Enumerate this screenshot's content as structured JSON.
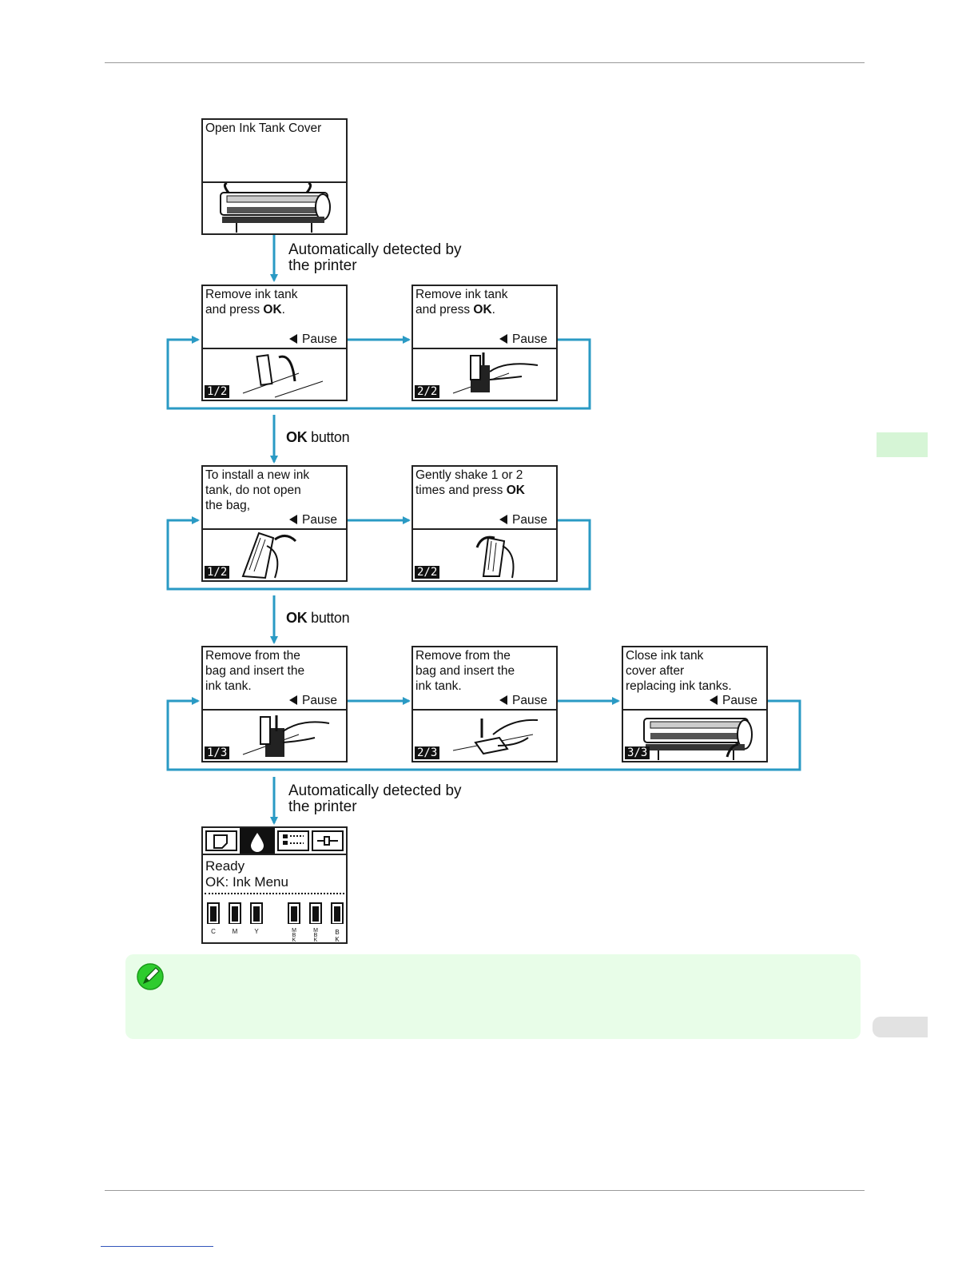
{
  "panels": {
    "open_cover": {
      "text": "Open Ink Tank Cover"
    },
    "remove_1": {
      "line1": "Remove ink tank",
      "line2_prefix": "and press ",
      "line2_bold": "OK",
      "line2_suffix": ".",
      "pause": "Pause",
      "badge": "1/2"
    },
    "remove_2": {
      "line1": "Remove ink tank",
      "line2_prefix": "and press ",
      "line2_bold": "OK",
      "line2_suffix": ".",
      "pause": "Pause",
      "badge": "2/2"
    },
    "install_1": {
      "text": "To install a new ink\ntank, do not open\nthe bag,",
      "pause": "Pause",
      "badge": "1/2"
    },
    "shake_2": {
      "line1": "Gently shake 1 or 2",
      "line2_prefix": "times and press ",
      "line2_bold": "OK",
      "pause": "Pause",
      "badge": "2/2"
    },
    "insert_1": {
      "text": "Remove from the\nbag and insert the\nink tank.",
      "pause": "Pause",
      "badge": "1/3"
    },
    "insert_2": {
      "text": "Remove from the\nbag and insert the\nink tank.",
      "pause": "Pause",
      "badge": "2/3"
    },
    "close_3": {
      "text": "Close ink tank\ncover after\nreplacing ink tanks.",
      "pause": "Pause",
      "badge": "3/3"
    },
    "final": {
      "line1": "Ready",
      "line2": "OK: Ink Menu",
      "ink_labels": [
        "C",
        "M",
        "Y",
        "MBK",
        "MBK",
        "BK"
      ]
    }
  },
  "flow": {
    "auto_detect_1": "Automatically detected by\nthe printer",
    "ok_button_1": {
      "bold": "OK",
      "rest": " button"
    },
    "ok_button_2": {
      "bold": "OK",
      "rest": " button"
    },
    "auto_detect_2": "Automatically detected by\nthe printer"
  },
  "colors": {
    "flow_arrow": "#2a9ac4",
    "note_bg": "#e8fde8",
    "side_tab": "#d6f5d6"
  },
  "icons": {
    "note": "pencil-note-icon"
  }
}
